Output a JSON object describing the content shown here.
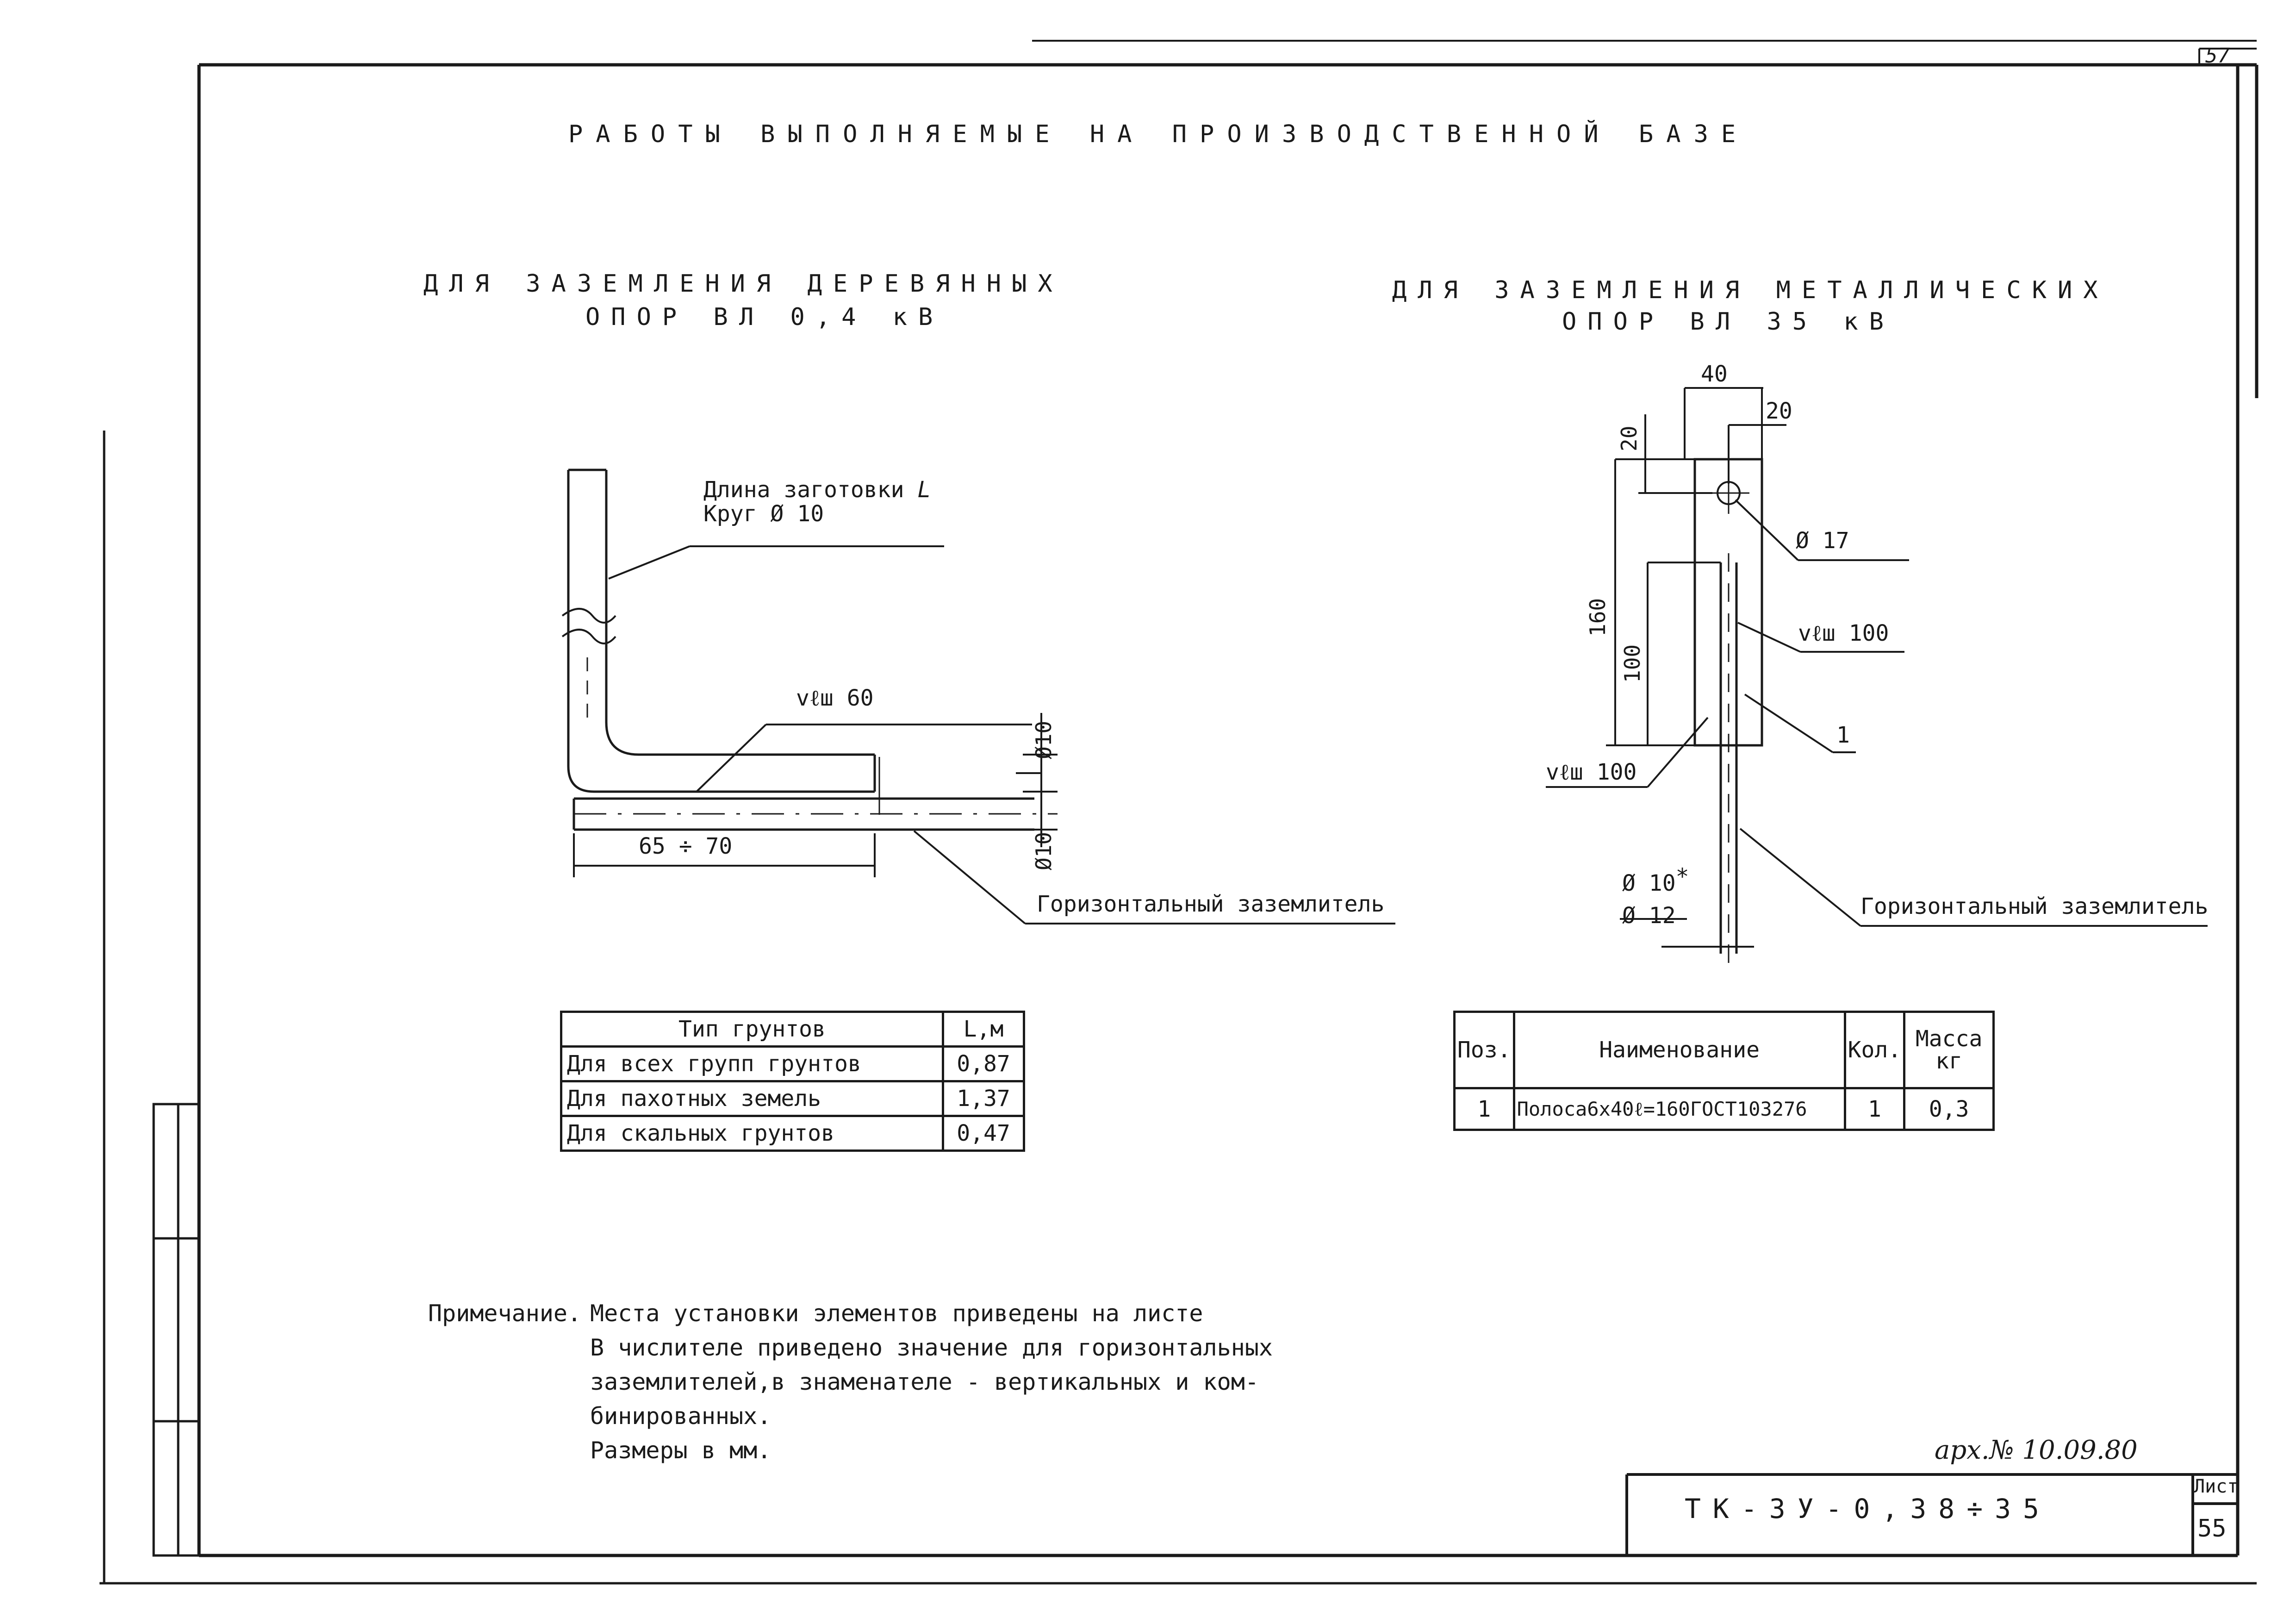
{
  "sheet": {
    "corner_number": "57",
    "main_title": "РАБОТЫ ВЫПОЛНЯЕМЫЕ НА ПРОИЗВОДСТВЕННОЙ БАЗЕ"
  },
  "left": {
    "title_line1": "ДЛЯ ЗАЗЕМЛЕНИЯ ДЕРЕВЯННЫХ",
    "title_line2": "ОПОР ВЛ 0,4 кВ",
    "callout_blank_1": "Длина заготовки ",
    "callout_blank_l": "L",
    "callout_blank_2": "Круг Ø 10",
    "weld": "vℓш 60",
    "dim_top": "Ø10",
    "dim_bottom": "Ø10",
    "dim_span": "65 ÷ 70",
    "horizontal_label": "Горизонтальный заземлитель"
  },
  "right": {
    "title_line1": "ДЛЯ ЗАЗЕМЛЕНИЯ МЕТАЛЛИЧЕСКИХ",
    "title_line2": "ОПОР ВЛ 35 кВ",
    "dim_40": "40",
    "dim_20_top": "20",
    "dim_20_left": "20",
    "dim_160": "160",
    "dim_100": "100",
    "hole": "Ø 17",
    "weld_upper": "vℓш 100",
    "weld_lower": "vℓш 100",
    "position_marker": "1",
    "frac_top": "Ø 10",
    "frac_star": "*",
    "frac_bottom": "Ø 12",
    "horizontal_label": "Горизонтальный заземлитель"
  },
  "soil_table": {
    "header": [
      "Тип грунтов",
      "L,м"
    ],
    "rows": [
      [
        "Для всех групп грунтов",
        "0,87"
      ],
      [
        "Для пахотных земель",
        "1,37"
      ],
      [
        "Для скальных грунтов",
        "0,47"
      ]
    ]
  },
  "spec_table": {
    "header": [
      "Поз.",
      "Наименование",
      "Кол.",
      "Масса кг"
    ],
    "rows": [
      [
        "1",
        "Полоса6х40ℓ=160ГОСТ103276",
        "1",
        "0,3"
      ]
    ]
  },
  "notes": {
    "label": "Примечание.",
    "lines": [
      "Места установки элементов приведены на листе",
      "В числителе приведено значение для горизонтальных",
      "заземлителей,в знаменателе - вертикальных и ком-",
      "бинированных.",
      "Размеры в мм."
    ]
  },
  "stamp": {
    "handwritten": "арх.№ 10.09.80",
    "code": "ТК-ЗУ-0,38÷35",
    "sheet_label": "Лист",
    "sheet_number": "55"
  }
}
